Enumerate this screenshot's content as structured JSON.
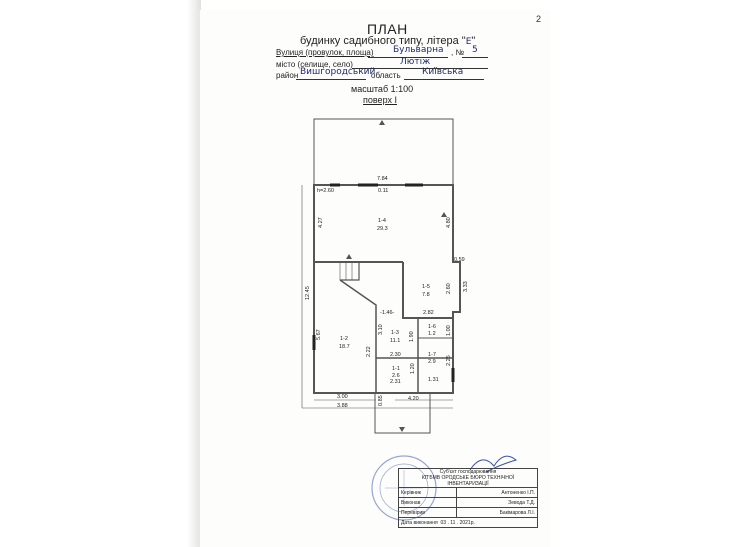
{
  "header": {
    "title": "ПЛАН",
    "subtitle_prefix": "будинку садибного типу, літера \"",
    "letter": "Е",
    "subtitle_suffix": "\""
  },
  "address": {
    "street_label": "Вулиця (провулок, площа)",
    "street_value": "Бульварна",
    "number_label": ", №",
    "number_value": "5",
    "city_label": "місто (селище, село)",
    "city_value": "Лютіж",
    "district_label": "район",
    "district_value": "Вишгородський",
    "region_label": "область",
    "region_value": "Київська"
  },
  "scale_text": "масштаб 1:100",
  "floor_text": "поверх І",
  "page_mark": "2",
  "rooms": [
    {
      "id": "1-4",
      "area": "29.3"
    },
    {
      "id": "1-5",
      "area": "7.8"
    },
    {
      "id": "1-2",
      "area": "18.7"
    },
    {
      "id": "1-3",
      "area": "11.1"
    },
    {
      "id": "1-6",
      "area": "1.2"
    },
    {
      "id": "1-7",
      "area": "2.9"
    },
    {
      "id": "1-1",
      "area": "2.6"
    }
  ],
  "dimensions": {
    "d_784": "7.84",
    "d_260": "h=2.60",
    "d_011": "0.11",
    "d_427": "4.27",
    "d_480": "4.80",
    "d_059": "0.59",
    "d_1245": "12.45",
    "d_260b": "2.60",
    "d_333": "3.33",
    "d_282": "2.82",
    "d_146": "-1.46-",
    "d_567": "5.67",
    "d_310": "3.10",
    "d_190": "1.90",
    "d_100": "1.00",
    "d_222": "2.22",
    "d_230": "2.30",
    "d_225": "2.25",
    "d_120": "1.20",
    "d_231": "2.31",
    "d_131": "1.31",
    "d_300": "3.00",
    "d_085": "0.85",
    "d_420": "4.20",
    "d_388": "3.88"
  },
  "stamp": {
    "heading1": "Суб'єкт господарювання",
    "heading2": "КП'БМВ ОРОДСЬКЕ БЮРО ТЕХНІЧНОЇ ІНВЕНТАРИЗАЦІЇ",
    "rows": [
      {
        "role": "Керівник",
        "name": "Антоненко І.П."
      },
      {
        "role": "Виконав",
        "name": "Зевода Т.Д."
      },
      {
        "role": "Перевірив",
        "name": "Бакімарова Л.І."
      }
    ],
    "date_label": "Дата виконання",
    "date_value": "03 . 11 . 2021р."
  }
}
